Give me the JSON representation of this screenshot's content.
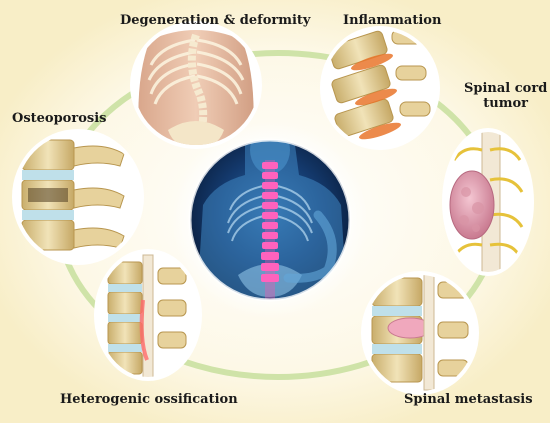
{
  "labels": {
    "degeneration": "Degeneration & deformity",
    "inflammation": "Inflammation",
    "spinal_cord_line1": "Spinal cord",
    "spinal_cord_line2": "tumor",
    "osteoporosis": "Osteoporosis",
    "heterogenic": "Heterogenic ossification",
    "metastasis": "Spinal metastasis"
  },
  "colors": {
    "ring": "#cfe3a8",
    "glow": "#fbf3c8",
    "center_bg": "#0d2b55",
    "spine_highlight": "#ff4fb0",
    "bone": "#e8d7a8",
    "disc": "#bfe0ea",
    "nerve": "#e6c23a",
    "tumor": "#e9a7b8",
    "lesion": "#ff6a6a"
  }
}
